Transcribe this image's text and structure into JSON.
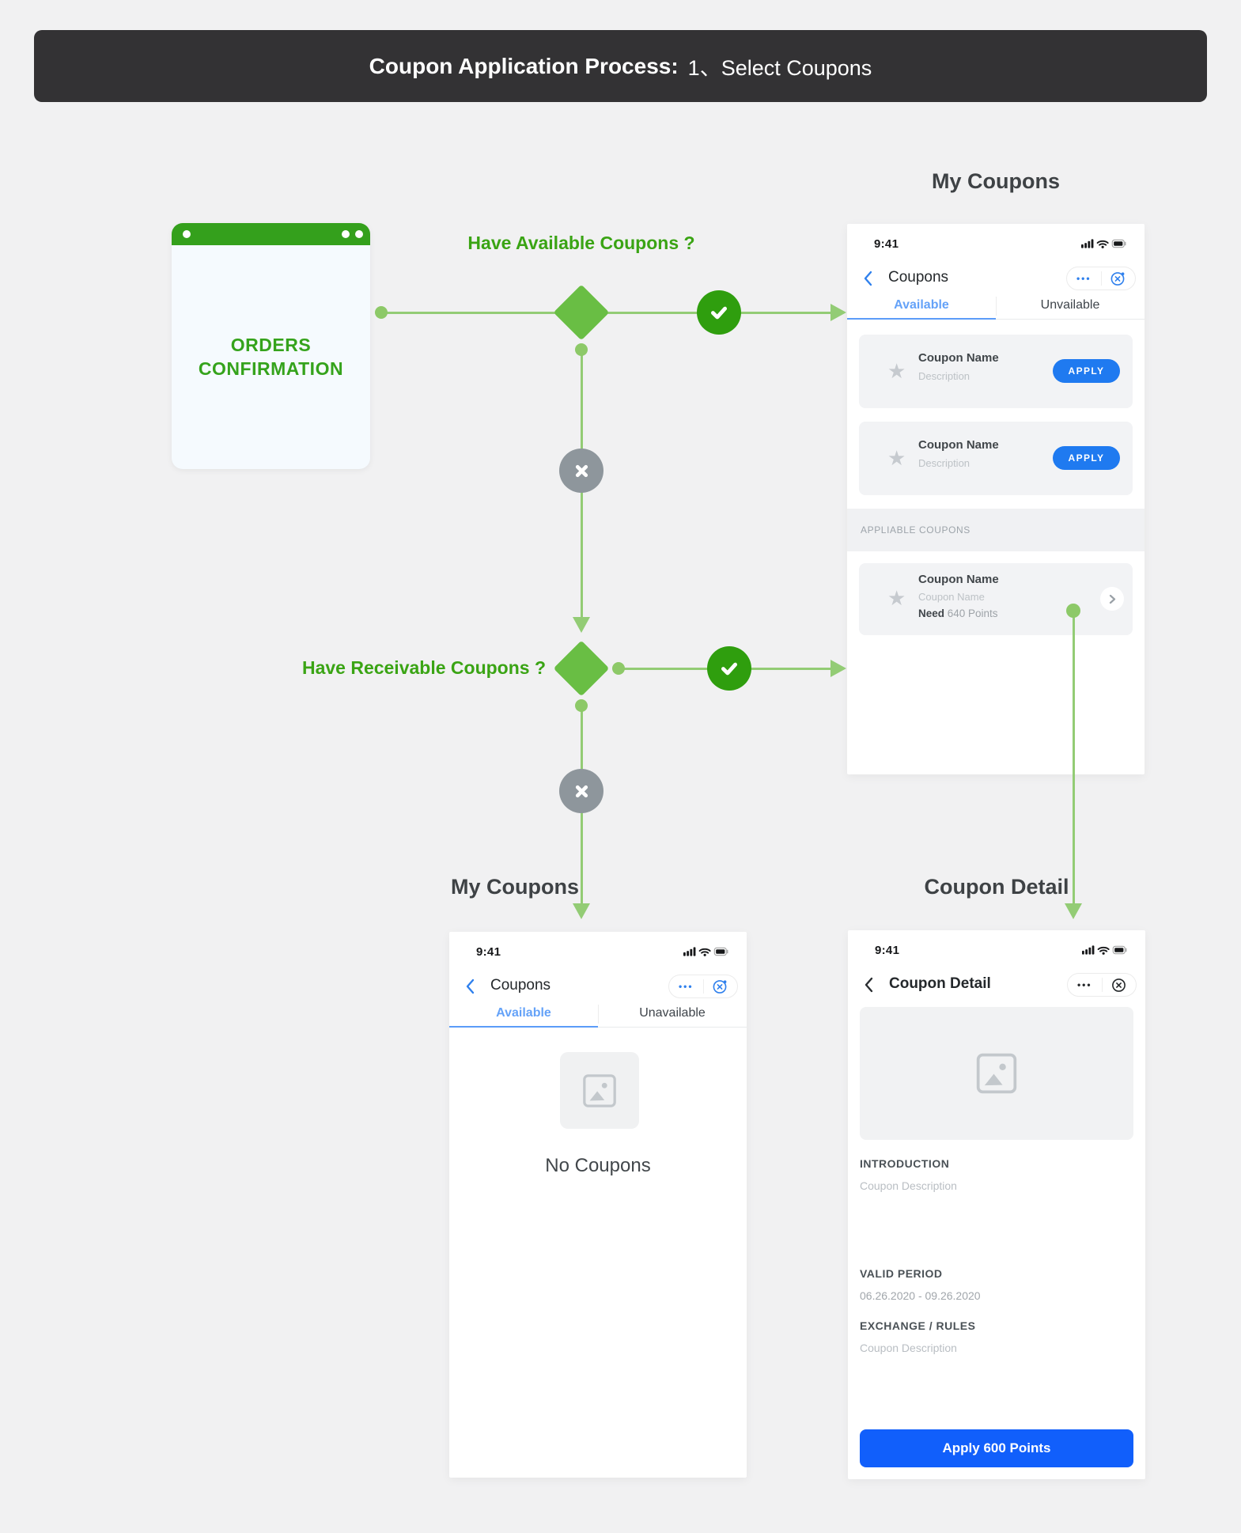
{
  "colors": {
    "background": "#f1f1f2",
    "appbar_bg": "#333234",
    "flow_line_green": "#93cc75",
    "flow_dot_green": "#8dc968",
    "diamond_green": "#69be44",
    "check_green": "#2f9e0e",
    "cross_gray": "#8e969c",
    "label_green": "#3aa414",
    "orders_green": "#34a01c",
    "tab_active_blue": "#5b9cf8",
    "apply_pill_blue": "#1f7af0",
    "apply_button_blue": "#115ffb",
    "nav_icon_blue": "#2f80ed"
  },
  "header": {
    "title_strong": "Coupon Application Process:",
    "title_rest": "1、Select Coupons"
  },
  "flow": {
    "orders_title": "ORDERS CONFIRMATION",
    "question1": "Have Available Coupons ?",
    "question2": "Have Receivable Coupons ?"
  },
  "titles": {
    "my_coupons_right": "My Coupons",
    "my_coupons_left": "My Coupons",
    "coupon_detail": "Coupon Detail"
  },
  "phone_available": {
    "status_time": "9:41",
    "nav_title": "Coupons",
    "menu_dots": "•••",
    "tab_active": "Available",
    "tab_inactive": "Unvailable",
    "coupons": [
      {
        "name": "Coupon Name",
        "desc": "Description",
        "action": "APPLY"
      },
      {
        "name": "Coupon Name",
        "desc": "Description",
        "action": "APPLY"
      }
    ],
    "section_header": "APPLIABLE COUPONS",
    "appliable": {
      "name": "Coupon Name",
      "sub": "Coupon Name",
      "need_label": "Need",
      "need_value": " 640 Points"
    }
  },
  "phone_empty": {
    "status_time": "9:41",
    "nav_title": "Coupons",
    "menu_dots": "•••",
    "tab_active": "Available",
    "tab_inactive": "Unavailable",
    "empty_text": "No Coupons"
  },
  "phone_detail": {
    "status_time": "9:41",
    "nav_title": "Coupon Detail",
    "menu_dots": "•••",
    "intro_title": "INTRODUCTION",
    "intro_body": "Coupon Description",
    "valid_title": "VALID PERIOD",
    "valid_body": "06.26.2020 - 09.26.2020",
    "rules_title": "EXCHANGE / RULES",
    "rules_body": "Coupon Description",
    "apply_button": "Apply 600 Points"
  }
}
